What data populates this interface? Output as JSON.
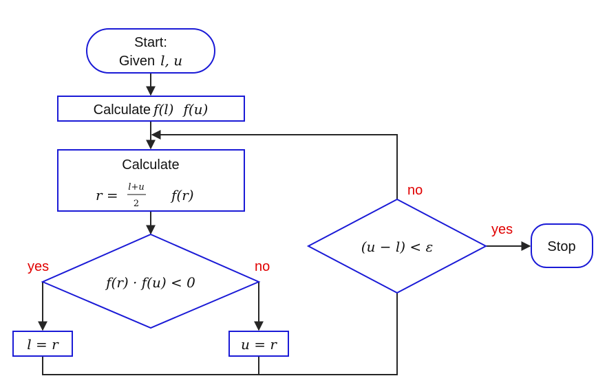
{
  "colors": {
    "box_stroke": "#1a1ad6",
    "line": "#262626",
    "branch_label": "#e00000",
    "text": "#111111",
    "background": "#ffffff"
  },
  "start": {
    "line1": "Start:",
    "given_word": "Given",
    "given_vars": "l, u"
  },
  "calc_fl_fu": {
    "label": "Calculate",
    "f_l": "f(l)",
    "f_u": "f(u)"
  },
  "calc_r": {
    "label": "Calculate",
    "r_eq": "r =",
    "numerator": "l+u",
    "denominator": "2",
    "f_r": "f(r)"
  },
  "decision_sign": {
    "expr": "f(r) · f(u) < 0",
    "yes_label": "yes",
    "no_label": "no"
  },
  "assign_l": {
    "expr": "l = r"
  },
  "assign_u": {
    "expr": "u = r"
  },
  "decision_tol": {
    "expr": "(u − l) < ε",
    "yes_label": "yes",
    "no_label": "no"
  },
  "stop": {
    "label": "Stop"
  }
}
